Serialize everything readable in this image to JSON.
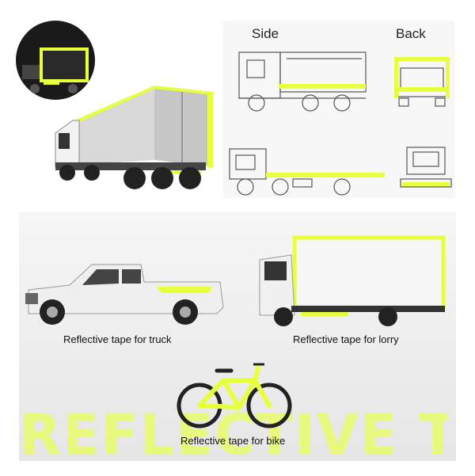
{
  "labels": {
    "side": "Side",
    "back": "Back"
  },
  "captions": {
    "truck": "Reflective tape for truck",
    "lorry": "Reflective tape for lorry",
    "bike": "Reflective tape for bike"
  },
  "background_word": "REFLECTIVE TAPE",
  "colors": {
    "tape": "#e7ff3c",
    "tape_outline": "#c9e000"
  }
}
